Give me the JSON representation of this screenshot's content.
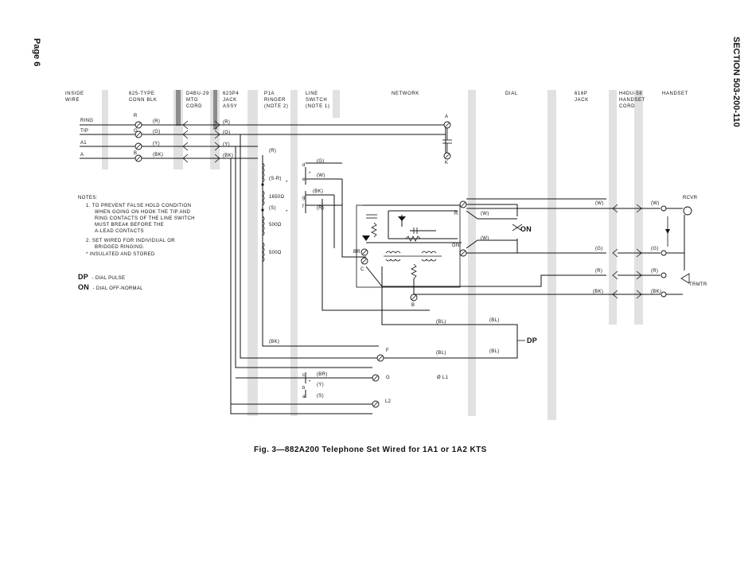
{
  "page": {
    "page_label": "Page 6",
    "section_label": "SECTION 503-200-110"
  },
  "columns": [
    {
      "text": "INSIDE\nWIRE"
    },
    {
      "text": "625-TYPE\nCONN BLK"
    },
    {
      "text": "D4BU-29\nMTG\nCORD"
    },
    {
      "text": "623P4\nJACK\nASSY"
    },
    {
      "text": "P1A\nRINGER\n(NOTE 2)"
    },
    {
      "text": "LINE\nSWITCH\n(NOTE 1)"
    },
    {
      "text": "NETWORK"
    },
    {
      "text": "DIAL"
    },
    {
      "text": "616P\nJACK"
    },
    {
      "text": "H4DU-58\nHANDSET\nCORD"
    },
    {
      "text": "HANDSET"
    }
  ],
  "leads": [
    "RING",
    "TIP",
    "A1",
    "A"
  ],
  "wire_labels": {
    "r": "(R)",
    "g": "(G)",
    "y": "(Y)",
    "bk": "(BK)",
    "w": "(W)",
    "bl": "(BL)",
    "br": "(BR)",
    "s": "(S)",
    "s_r": "(S-R)"
  },
  "terminals": {
    "conn_r": "R",
    "conn_g": "G",
    "conn_b": "B",
    "net_a": "A",
    "net_k": "K",
    "net_r": "R",
    "net_gn": "GN",
    "net_br": "BR",
    "net_c": "C",
    "net_b": "B",
    "net_f": "F",
    "net_g": "G",
    "net_l2": "L2",
    "l1": "Ø L1",
    "sw_d": "d",
    "sw_e": "e",
    "sw_g": "g",
    "sw_f": "f",
    "sw_c": "c",
    "sw_b": "b",
    "sw_a": "a",
    "star": "*"
  },
  "ringer_values": [
    "1650Ω",
    "500Ω",
    "500Ω"
  ],
  "handset_labels": {
    "rcvr": "RCVR",
    "trmtr": "TRMTR"
  },
  "switch_labels": {
    "on": "ON",
    "dp": "DP"
  },
  "notes": {
    "heading": "NOTES:",
    "items": [
      "1.  TO PREVENT FALSE HOLD CONDITION",
      "WHEN GOING ON HOOK THE TIP AND",
      "RING CONTACTS OF THE LINE SWITCH",
      "MUST BREAK BEFORE THE",
      "A-LEAD CONTACTS",
      "2.  SET WIRED FOR INDIVIDUAL OR",
      "BRIDGED RINGING.",
      "*  INSULATED AND STORED"
    ]
  },
  "legend": [
    {
      "abbr": "DP",
      "text": "- DIAL PULSE"
    },
    {
      "abbr": "ON",
      "text": "- DIAL OFF-NORMAL"
    }
  ],
  "caption": "Fig. 3—882A200 Telephone Set Wired for 1A1 or 1A2 KTS"
}
